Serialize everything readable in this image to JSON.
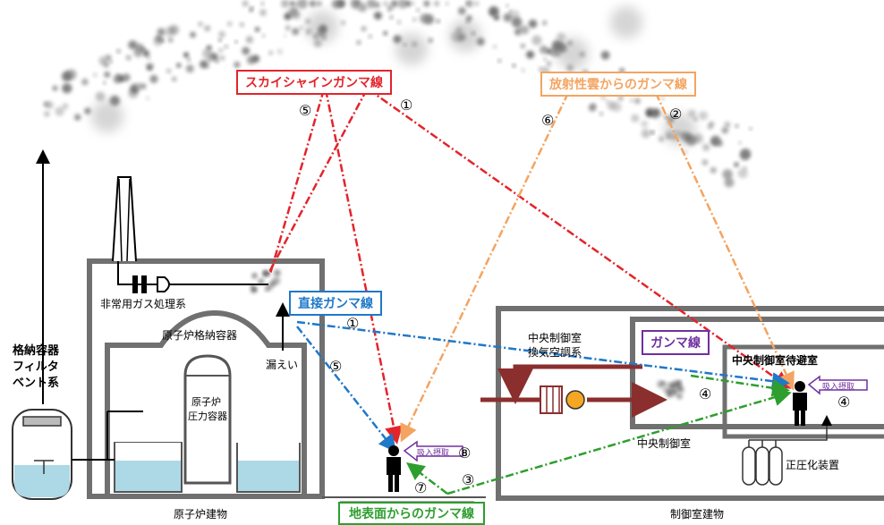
{
  "gamma_labels": {
    "skyshine": "スカイシャインガンマ線",
    "cloud": "放射性雲からのガンマ線",
    "direct": "直接ガンマ線",
    "ground": "地表面からのガンマ線",
    "control_room": "ガンマ線"
  },
  "structures": {
    "reactor_building": "原子炉建物",
    "containment": "原子炉格納容器",
    "pressure_vessel_1": "原子炉",
    "pressure_vessel_2": "圧力容器",
    "leak": "漏えい",
    "sgts": "非常用ガス処理系",
    "filter_vent_1": "格納容器",
    "filter_vent_2": "フィルタ",
    "filter_vent_3": "ベント系",
    "control_building": "制御室建物",
    "hvac_1": "中央制御室",
    "hvac_2": "換気空調系",
    "main_control_room": "中央制御室",
    "shelter_room": "中央制御室待避室",
    "pressurizer": "正圧化装置",
    "intake": "吸入摂取"
  },
  "numbers": {
    "n1": "①",
    "n2": "②",
    "n3": "③",
    "n4": "④",
    "n5": "⑤",
    "n6": "⑥",
    "n7": "⑦",
    "n8": "⑧"
  },
  "colors": {
    "skyshine": "#e3242b",
    "cloud": "#f4a460",
    "direct": "#1f78c8",
    "ground": "#2e9e2e",
    "control_room": "#7030a0",
    "intake": "#7030a0",
    "duct": "#8b2e2e",
    "wall": "#707070",
    "water": "#add8e6",
    "fan": "#f5a623"
  }
}
